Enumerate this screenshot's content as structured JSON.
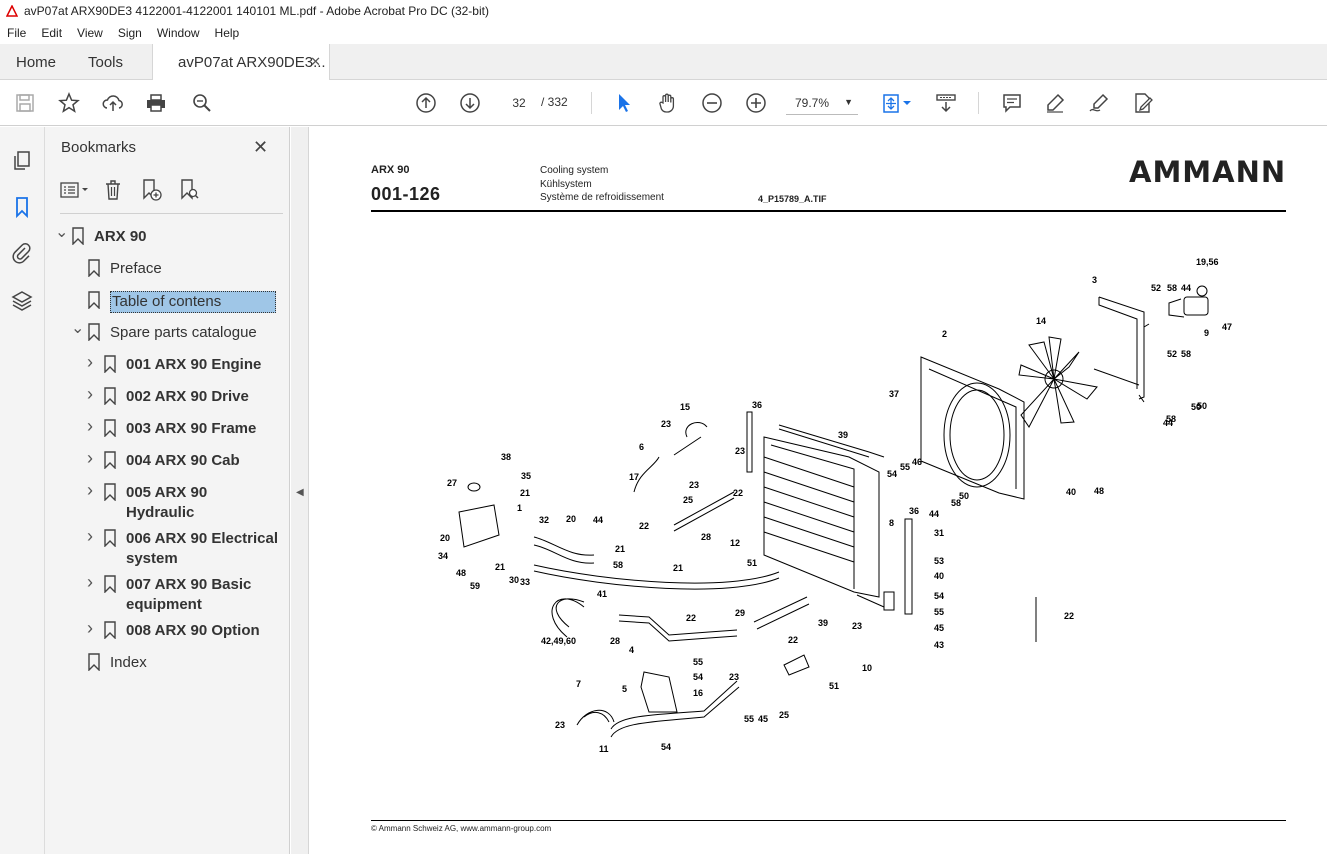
{
  "window": {
    "title": "avP07at ARX90DE3 4122001-4122001 140101 ML.pdf - Adobe Acrobat Pro DC (32-bit)"
  },
  "menu": [
    "File",
    "Edit",
    "View",
    "Sign",
    "Window",
    "Help"
  ],
  "tabs": {
    "home": "Home",
    "tools": "Tools",
    "document": "avP07at ARX90DE3..."
  },
  "toolbar": {
    "page_current": "32",
    "page_total": "/ 332",
    "zoom": "79.7%"
  },
  "bookmarks": {
    "header": "Bookmarks",
    "items": [
      {
        "label": "ARX 90",
        "level": 0,
        "expanded": true,
        "bold": true
      },
      {
        "label": "Preface",
        "level": 1
      },
      {
        "label": "Table of contens",
        "level": 1,
        "selected": true
      },
      {
        "label": "Spare parts catalogue",
        "level": 1,
        "expanded": true
      },
      {
        "label": "001 ARX 90 Engine",
        "level": 2,
        "bold": true
      },
      {
        "label": "002 ARX 90 Drive",
        "level": 2,
        "bold": true
      },
      {
        "label": "003 ARX 90 Frame",
        "level": 2,
        "bold": true
      },
      {
        "label": "004 ARX 90 Cab",
        "level": 2,
        "bold": true
      },
      {
        "label": "005 ARX 90 Hydraulic",
        "level": 2,
        "bold": true
      },
      {
        "label": "006 ARX 90 Electrical system",
        "level": 2,
        "bold": true
      },
      {
        "label": "007 ARX 90 Basic equipment",
        "level": 2,
        "bold": true
      },
      {
        "label": "008 ARX 90 Option",
        "level": 2,
        "bold": true
      },
      {
        "label": "Index",
        "level": 1
      }
    ]
  },
  "page": {
    "model": "ARX 90",
    "code": "001-126",
    "system_en": "Cooling system",
    "system_de": "Kühlsystem",
    "system_fr": "Système de refroidissement",
    "file": "4_P15789_A.TIF",
    "logo": "AMMANN",
    "footer": "© Ammann Schweiz AG, www.ammann-group.com",
    "callouts": [
      "19,56",
      "3",
      "52",
      "58",
      "44",
      "9",
      "47",
      "2",
      "14",
      "52",
      "58",
      "50",
      "58",
      "50",
      "44",
      "37",
      "36",
      "39",
      "15",
      "23",
      "6",
      "23",
      "17",
      "23",
      "25",
      "22",
      "28",
      "22",
      "12",
      "54",
      "55",
      "46",
      "50",
      "58",
      "44",
      "48",
      "40",
      "8",
      "36",
      "31",
      "38",
      "27",
      "35",
      "21",
      "1",
      "20",
      "32",
      "20",
      "44",
      "34",
      "21",
      "58",
      "48",
      "59",
      "21",
      "30",
      "33",
      "21",
      "51",
      "53",
      "40",
      "54",
      "55",
      "45",
      "43",
      "22",
      "41",
      "28",
      "42,49,60",
      "4",
      "22",
      "29",
      "22",
      "39",
      "23",
      "10",
      "51",
      "55",
      "54",
      "16",
      "7",
      "5",
      "23",
      "25",
      "23",
      "11",
      "54",
      "55",
      "45"
    ]
  }
}
